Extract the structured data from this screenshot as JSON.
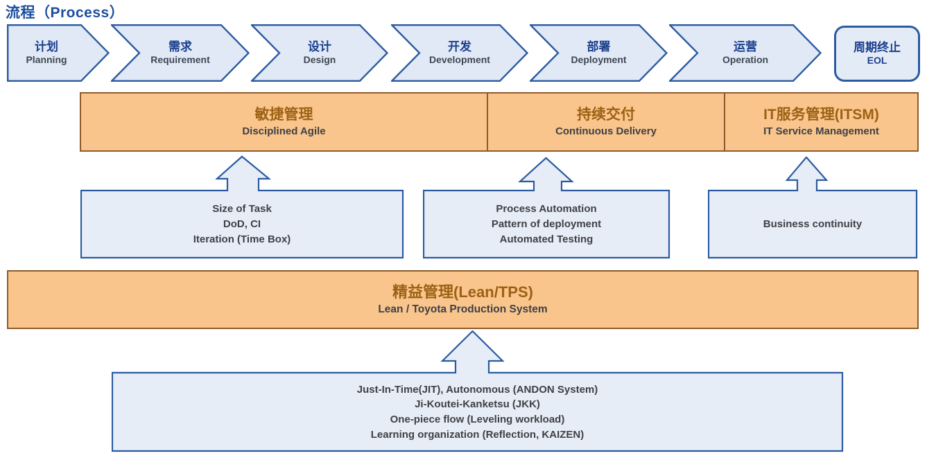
{
  "title": "流程（Process）",
  "process_steps": [
    {
      "zh": "计划",
      "en": "Planning"
    },
    {
      "zh": "需求",
      "en": "Requirement"
    },
    {
      "zh": "设计",
      "en": "Design"
    },
    {
      "zh": "开发",
      "en": "Development"
    },
    {
      "zh": "部署",
      "en": "Deployment"
    },
    {
      "zh": "运营",
      "en": "Operation"
    }
  ],
  "eol": {
    "zh": "周期终止",
    "en": "EOL"
  },
  "practice_bar": {
    "segments": [
      {
        "zh": "敏捷管理",
        "en": "Disciplined Agile"
      },
      {
        "zh": "持续交付",
        "en": "Continuous Delivery"
      },
      {
        "zh": "IT服务管理(ITSM)",
        "en": "IT Service Management"
      }
    ]
  },
  "lean_bar": {
    "zh": "精益管理(Lean/TPS)",
    "en": "Lean / Toyota Production System"
  },
  "callouts": {
    "agile": {
      "lines": [
        "Size of Task",
        "DoD, CI",
        "Iteration (Time Box)"
      ]
    },
    "delivery": {
      "lines": [
        "Process Automation",
        "Pattern of deployment",
        "Automated Testing"
      ]
    },
    "itsm": {
      "lines": [
        "Business continuity"
      ]
    },
    "lean": {
      "lines": [
        "Just-In-Time(JIT), Autonomous (ANDON System)",
        "Ji-Koutei-Kanketsu (JKK)",
        "One-piece flow (Leveling workload)",
        "Learning organization (Reflection, KAIZEN)"
      ]
    }
  },
  "colors": {
    "accent_blue": "#2B5AA0",
    "light_blue_fill": "#E3EBF6",
    "blue_text": "#1B3F8F",
    "orange_fill": "#F9C58C",
    "orange_border": "#8D5B2B",
    "orange_text": "#9C6114",
    "dark_text": "#3F4045"
  }
}
